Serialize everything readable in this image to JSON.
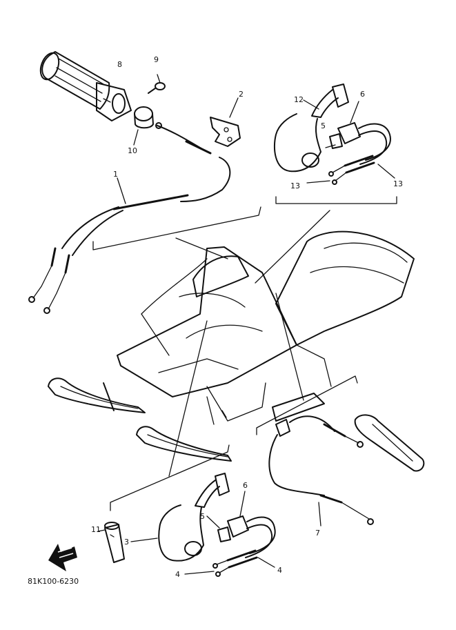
{
  "callouts": {
    "c1": "1",
    "c2": "2",
    "c3": "3",
    "c4a": "4",
    "c4b": "4",
    "c5a": "5",
    "c5b": "5",
    "c6a": "6",
    "c6b": "6",
    "c7": "7",
    "c8": "8",
    "c9": "9",
    "c10": "10",
    "c11": "11",
    "c12": "12",
    "c13a": "13",
    "c13b": "13"
  },
  "diagram_code": "81K100-6230",
  "icons": {
    "direction": "front-direction-arrow-icon"
  }
}
